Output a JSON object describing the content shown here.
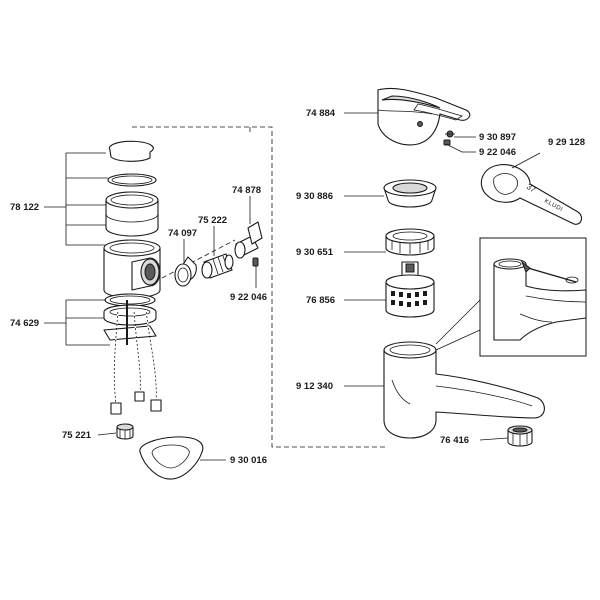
{
  "parts": {
    "p78122": "78 122",
    "p74629": "74 629",
    "p75221": "75 221",
    "p930016": "9 30 016",
    "p74097": "74 097",
    "p75222": "75 222",
    "p74878": "74 878",
    "p922046a": "9 22 046",
    "p74884": "74 884",
    "p930897": "9 30 897",
    "p922046b": "9 22 046",
    "p929128": "9 29 128",
    "p930886": "9 30 886",
    "p930651": "9 30 651",
    "p76856": "76 856",
    "p912340": "9 12 340",
    "p76416": "76 416"
  },
  "tool_marks": {
    "size": "37",
    "brand": "KLUDI"
  },
  "colors": {
    "line": "#1a1a1a",
    "shade": "#d9d9d9"
  }
}
